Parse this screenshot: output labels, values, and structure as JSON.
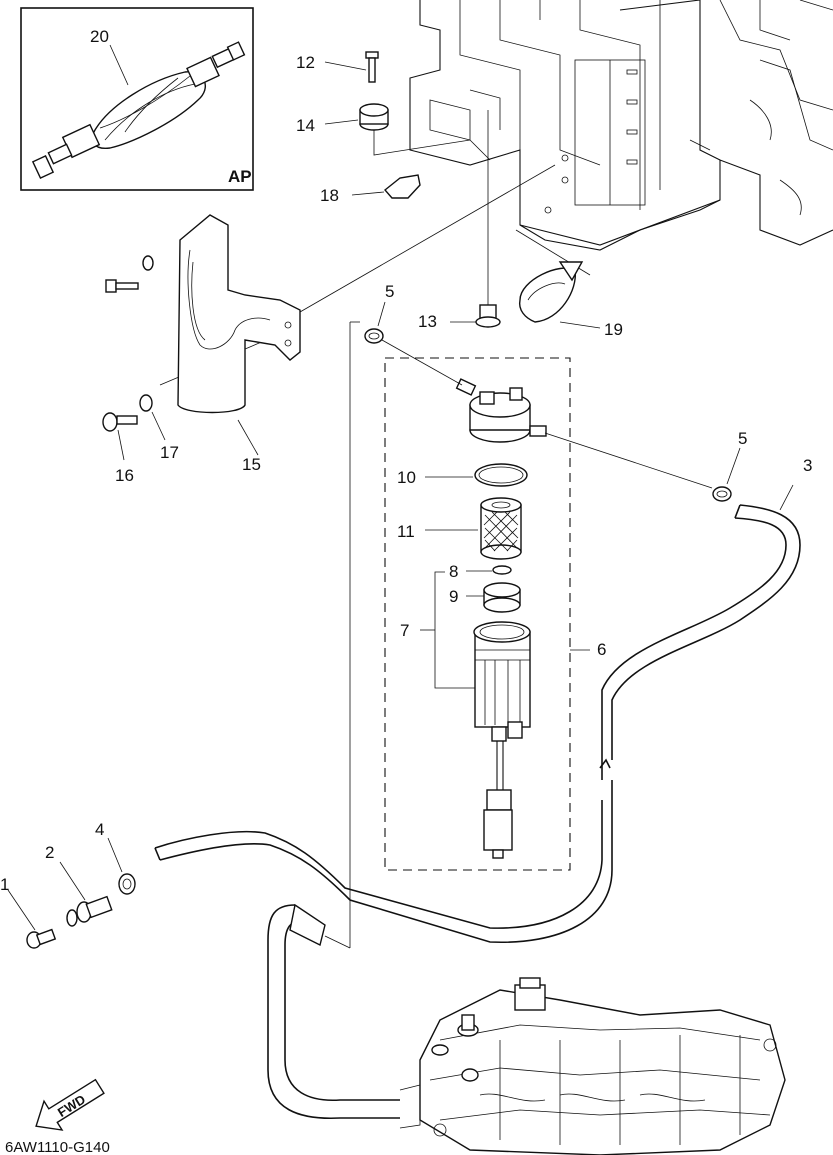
{
  "diagram": {
    "inset_label": "AP",
    "drawing_code": "6AW1110-G140",
    "fwd_label": "FWD",
    "callouts": {
      "c1": "1",
      "c2": "2",
      "c3": "3",
      "c4": "4",
      "c5a": "5",
      "c5b": "5",
      "c6": "6",
      "c7": "7",
      "c8": "8",
      "c9": "9",
      "c10": "10",
      "c11": "11",
      "c12": "12",
      "c13": "13",
      "c14": "14",
      "c15": "15",
      "c16": "16",
      "c17": "17",
      "c18": "18",
      "c19": "19",
      "c20": "20"
    }
  }
}
